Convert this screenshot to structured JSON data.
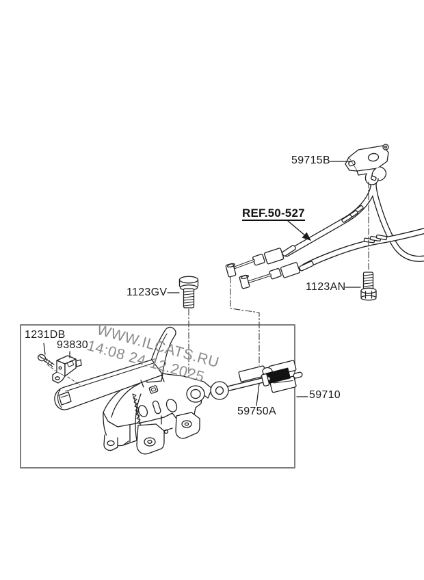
{
  "watermark": {
    "line1": "WWW.ILCATS.RU",
    "line2": "14:08 24.12.2025",
    "color": "#8b8b8b"
  },
  "labels": {
    "cable_bracket": "59715B",
    "cable_ref": "REF.50-527",
    "bolt_lever": "1123GV",
    "bolt_bracket": "1123AN",
    "screw": "1231DB",
    "switch": "93830",
    "adjuster": "59750A",
    "lever_assembly": "59710"
  },
  "colors": {
    "line": "#1f1f1f",
    "box_border": "#7d7d7d",
    "background": "#ffffff",
    "thread_fill": "#121212"
  }
}
